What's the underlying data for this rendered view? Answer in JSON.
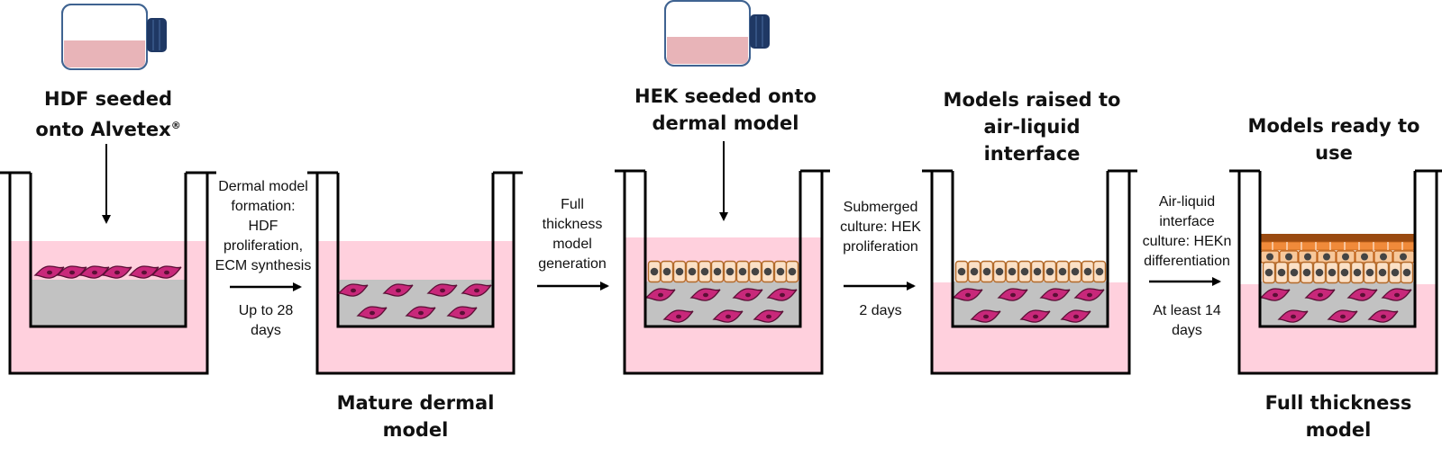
{
  "colors": {
    "medium": "#ffd0dd",
    "gel": "#c2c2c2",
    "fibroblast_fill": "#c8287a",
    "fibroblast_outline": "#5a0f35",
    "keratinocyte_fill": "#fbe0c6",
    "keratinocyte_outline": "#b36a2a",
    "nucleus": "#444444",
    "stratum_top": "#9a4a10",
    "stratum_orange": "#f08a3a",
    "flask_liquid": "#e8b4b8",
    "flask_outline": "#3f6391",
    "flask_cap": "#1f3864",
    "arrow": "#000000"
  },
  "icons": [
    "culture-flask-icon",
    "culture-flask-icon",
    "down-arrow-icon",
    "right-arrow-icon",
    "fibroblast-icon",
    "keratinocyte-icon"
  ],
  "stages": [
    {
      "id": "hdf-seeding",
      "title_line1": "HDF seeded",
      "title_line2": "onto Alvetex",
      "title_sup": "®"
    },
    {
      "id": "mature-dermal",
      "title_line1": "Mature dermal",
      "title_line2": "model"
    },
    {
      "id": "hek-seeding",
      "title_line1": "HEK seeded onto",
      "title_line2": "dermal model"
    },
    {
      "id": "air-liquid",
      "title_line1": "Models raised to",
      "title_line2": "air-liquid",
      "title_line3": "interface"
    },
    {
      "id": "full-thickness",
      "title_top1": "Models ready to",
      "title_top2": "use",
      "title_bottom1": "Full thickness",
      "title_bottom2": "model"
    }
  ],
  "transitions": [
    {
      "lines": [
        "Dermal model",
        "formation:",
        "HDF",
        "proliferation,",
        "ECM synthesis"
      ],
      "duration": [
        "Up to 28",
        "days"
      ]
    },
    {
      "lines": [
        "Full",
        "thickness",
        "model",
        "generation"
      ],
      "duration": []
    },
    {
      "lines": [
        "Submerged",
        "culture: HEK",
        "proliferation"
      ],
      "duration": [
        "2 days"
      ]
    },
    {
      "lines": [
        "Air-liquid",
        "interface",
        "culture: HEKn",
        "differentiation"
      ],
      "duration": [
        "At least 14",
        "days"
      ]
    }
  ]
}
